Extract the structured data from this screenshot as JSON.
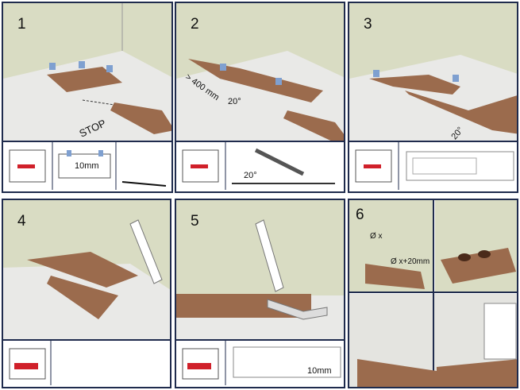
{
  "steps": [
    {
      "number": "1",
      "labels": {
        "stop": "STOP",
        "gap": "10mm"
      }
    },
    {
      "number": "2",
      "labels": {
        "distance": "> 400 mm",
        "angle": "20°",
        "inset_angle": "20°"
      }
    },
    {
      "number": "3",
      "labels": {
        "angle": "20°"
      }
    },
    {
      "number": "4"
    },
    {
      "number": "5",
      "labels": {
        "gap": "10mm"
      }
    },
    {
      "number": "6",
      "labels": {
        "pipe_diameter": "Ø x",
        "hole_diameter": "Ø x+20mm"
      }
    }
  ],
  "colors": {
    "border": "#1f2b4d",
    "wall": "#d9dcc3",
    "floor": "#e9e9e7",
    "board": "#9b6b4d",
    "spacer": "#7fa0d0",
    "red": "#d0202a"
  }
}
